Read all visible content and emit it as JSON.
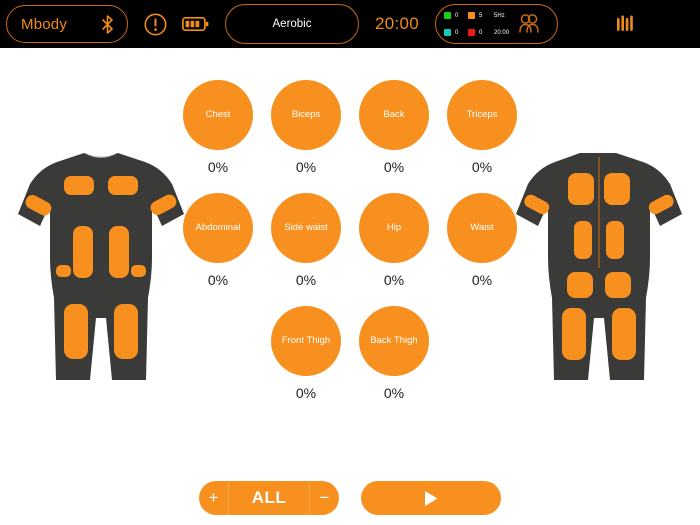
{
  "colors": {
    "accent": "#F7901E",
    "accent_dark": "#C86A10",
    "topbar_bg": "#000000",
    "page_bg": "#FFFFFF",
    "suit_fabric": "#3A3A38",
    "pad": "#F7901E",
    "led_green": "#17CF17",
    "led_orange": "#F7901E",
    "led_teal": "#18C8B4",
    "led_red": "#F01717"
  },
  "topbar": {
    "logo_text": "Mbody",
    "bluetooth_icon": "bluetooth-icon",
    "alert_icon": "alert-exclamation-icon",
    "battery_icon": "battery-icon",
    "program": "Aerobic",
    "timer": "20:00",
    "status": {
      "rows": [
        {
          "led_color": "#17CF17",
          "value": "0",
          "extra": ""
        },
        {
          "led_color": "#F7901E",
          "value": "5",
          "extra": "5Hz"
        },
        {
          "led_color": "#18C8B4",
          "value": "0",
          "extra": ""
        },
        {
          "led_color": "#F01717",
          "value": "0",
          "extra": "20:00"
        }
      ]
    },
    "users_icon": "users-icon",
    "signal_icon": "signal-bars-icon"
  },
  "suits": {
    "front": {
      "name": "suit-front-view",
      "pads": 11
    },
    "back": {
      "name": "suit-back-view",
      "pads": 10
    }
  },
  "muscles": {
    "rows": [
      [
        {
          "label": "Chest",
          "value": "0%"
        },
        {
          "label": "Biceps",
          "value": "0%"
        },
        {
          "label": "Back",
          "value": "0%"
        },
        {
          "label": "Triceps",
          "value": "0%"
        }
      ],
      [
        {
          "label": "Abdominal",
          "value": "0%"
        },
        {
          "label": "Side waist",
          "value": "0%"
        },
        {
          "label": "Hip",
          "value": "0%"
        },
        {
          "label": "Waist",
          "value": "0%"
        }
      ],
      [
        {
          "label": "Front Thigh",
          "value": "0%"
        },
        {
          "label": "Back Thigh",
          "value": "0%"
        }
      ]
    ]
  },
  "controls": {
    "plus_label": "+",
    "all_label": "ALL",
    "minus_label": "−",
    "play_icon": "play-icon"
  }
}
